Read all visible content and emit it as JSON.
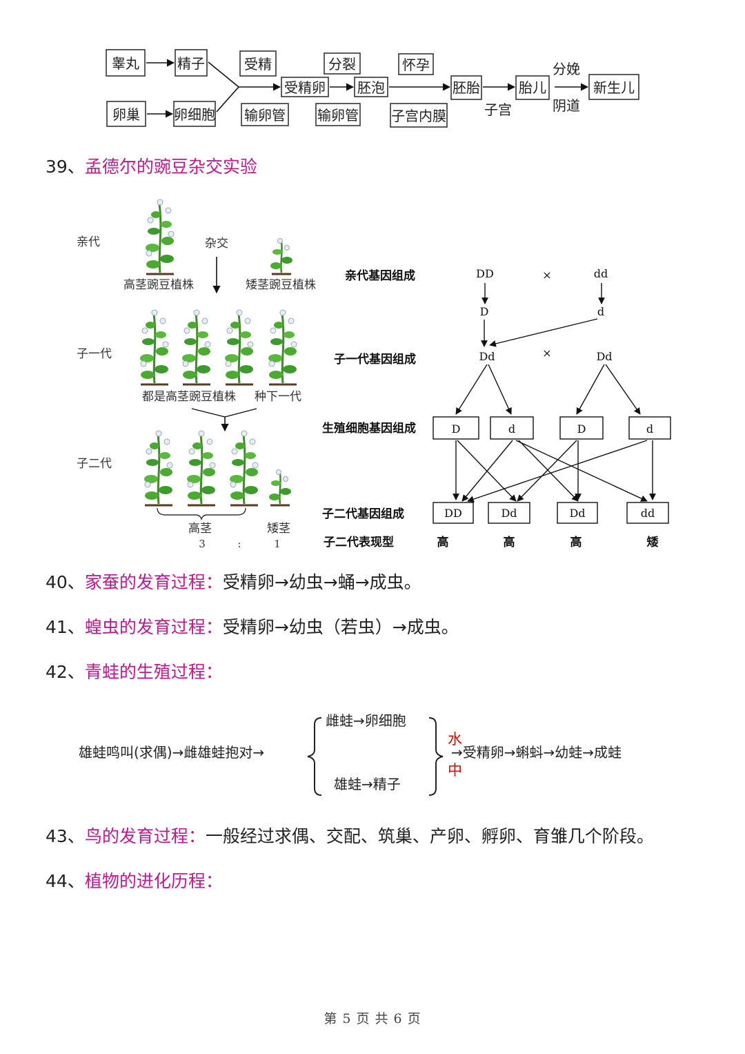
{
  "reproduction_flow": {
    "boxes": [
      "睾丸",
      "精子",
      "卵巢",
      "卵细胞",
      "受精卵",
      "胚泡",
      "胚胎",
      "胎儿",
      "新生儿"
    ],
    "place_labels": [
      "受精",
      "输卵管",
      "分裂",
      "输卵管",
      "怀孕",
      "子宫内膜"
    ],
    "plain_labels": [
      "子宫",
      "分娩",
      "阴道"
    ]
  },
  "section39": {
    "number": "39、",
    "title": "孟德尔的豌豆杂交实验",
    "left": {
      "gen_labels": [
        "亲代",
        "子一代",
        "子二代"
      ],
      "cross_label": "杂交",
      "tall_plant": "高茎豌豆植株",
      "short_plant": "矮茎豌豆植株",
      "f1_caption": "都是高茎豌豆植株",
      "f1_seed": "种下一代",
      "f2_tall": "高茎",
      "f2_short": "矮茎",
      "ratio_left": "3",
      "ratio_sep": ":",
      "ratio_right": "1"
    },
    "right": {
      "row_labels": [
        "亲代基因组成",
        "子一代基因组成",
        "生殖细胞基因组成",
        "子二代基因组成",
        "子二代表现型"
      ],
      "parents": [
        "DD",
        "dd"
      ],
      "cross_symbol": "×",
      "parent_gametes": [
        "D",
        "d"
      ],
      "f1": [
        "Dd",
        "Dd"
      ],
      "gametes": [
        "D",
        "d",
        "D",
        "d"
      ],
      "f2": [
        "DD",
        "Dd",
        "Dd",
        "dd"
      ],
      "phenotypes": [
        "高",
        "高",
        "高",
        "矮"
      ]
    }
  },
  "section40": {
    "number": "40、",
    "title": "家蚕的发育过程：",
    "text": "受精卵→幼虫→蛹→成虫。"
  },
  "section41": {
    "number": "41、",
    "title": "蝗虫的发育过程：",
    "text": "受精卵→幼虫（若虫）→成虫。"
  },
  "section42": {
    "number": "42、",
    "title": "青蛙的生殖过程：",
    "start": "雄蛙鸣叫(求偶)→雌雄蛙抱对→",
    "female": "雌蛙→卵细胞",
    "male": "雄蛙→精子",
    "water_top": "水",
    "water_bottom": "中",
    "end": "→受精卵→蝌蚪→幼蛙→成蛙"
  },
  "section43": {
    "number": "43、",
    "title": "鸟的发育过程：",
    "text": "一般经过求偶、交配、筑巢、产卵、孵卵、育雏几个阶段。"
  },
  "section44": {
    "number": "44、",
    "title": "植物的进化历程："
  },
  "footer": "第 5 页 共 6 页",
  "colors": {
    "heading": "#c0188e",
    "water": "#e60000",
    "leaf": "#3f9a2e"
  }
}
